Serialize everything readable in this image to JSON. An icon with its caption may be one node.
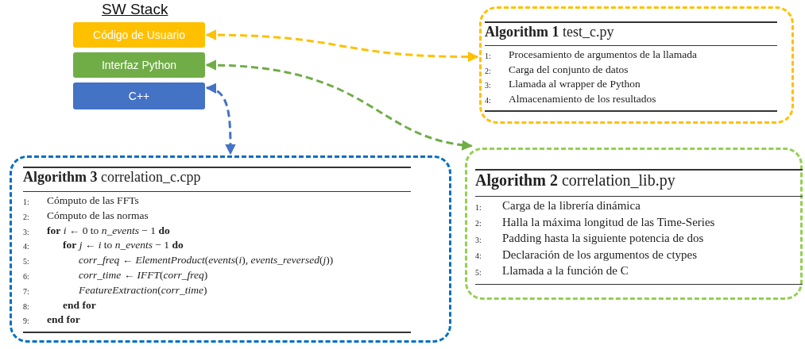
{
  "diagram": {
    "title": "SW Stack",
    "nodes": [
      {
        "text": [
          "Código de Usuario"
        ]
      },
      {
        "text": [
          "Interfaz Python"
        ]
      },
      {
        "text": [
          "C++"
        ]
      },
      {
        "text": [
          "**Algorithm 1** test_c.py",
          "1:",
          "Procesamiento de argumentos de la llamada",
          "2:",
          "Carga del conjunto de datos",
          "3:",
          "Llamada al wrapper de Python",
          "4:",
          "Almacenamiento de los resultados"
        ]
      },
      {
        "text": [
          "**Algorithm 2** correlation_lib.py",
          "1:",
          "Carga de la librería dinámica",
          "2:",
          "Halla la máxima longitud de las Time-Series",
          "3:",
          "Padding hasta la siguiente potencia de dos",
          "4:",
          "Declaración de los argumentos de ctypes",
          "5:",
          "Llamada a la función de C"
        ]
      },
      {
        "text": [
          "**Algorithm 3** correlation_c.cpp",
          "1:",
          "Cómputo de las FFTs",
          "2:",
          "Cómputo de las normas",
          "3:",
          "**for** *i* ← 0 to *n_events* − 1 **do**",
          "4:",
          "**for** *j* ← *i* to *n_events* − 1 **do**",
          "5:",
          "*corr_freq* ← *ElementProduct*(*events*(*i*), *events_reversed*(*j*))",
          "6:",
          "*corr_time* ← *IFFT*(*corr_freq*)",
          "7:",
          "*FeatureExtraction*(*corr_time*)",
          "8:",
          "**end for**",
          "9:",
          "**end for**"
        ]
      }
    ],
    "edges": [
      {
        "from": 0,
        "to": 3,
        "arrow": "both",
        "style": "dashed",
        "color": "#ffc000"
      },
      {
        "from": 1,
        "to": 4,
        "arrow": "both",
        "style": "dashed",
        "color": "#70ad47"
      },
      {
        "from": 2,
        "to": 5,
        "arrow": "both",
        "style": "dashed",
        "color": "#4472c4"
      }
    ]
  }
}
